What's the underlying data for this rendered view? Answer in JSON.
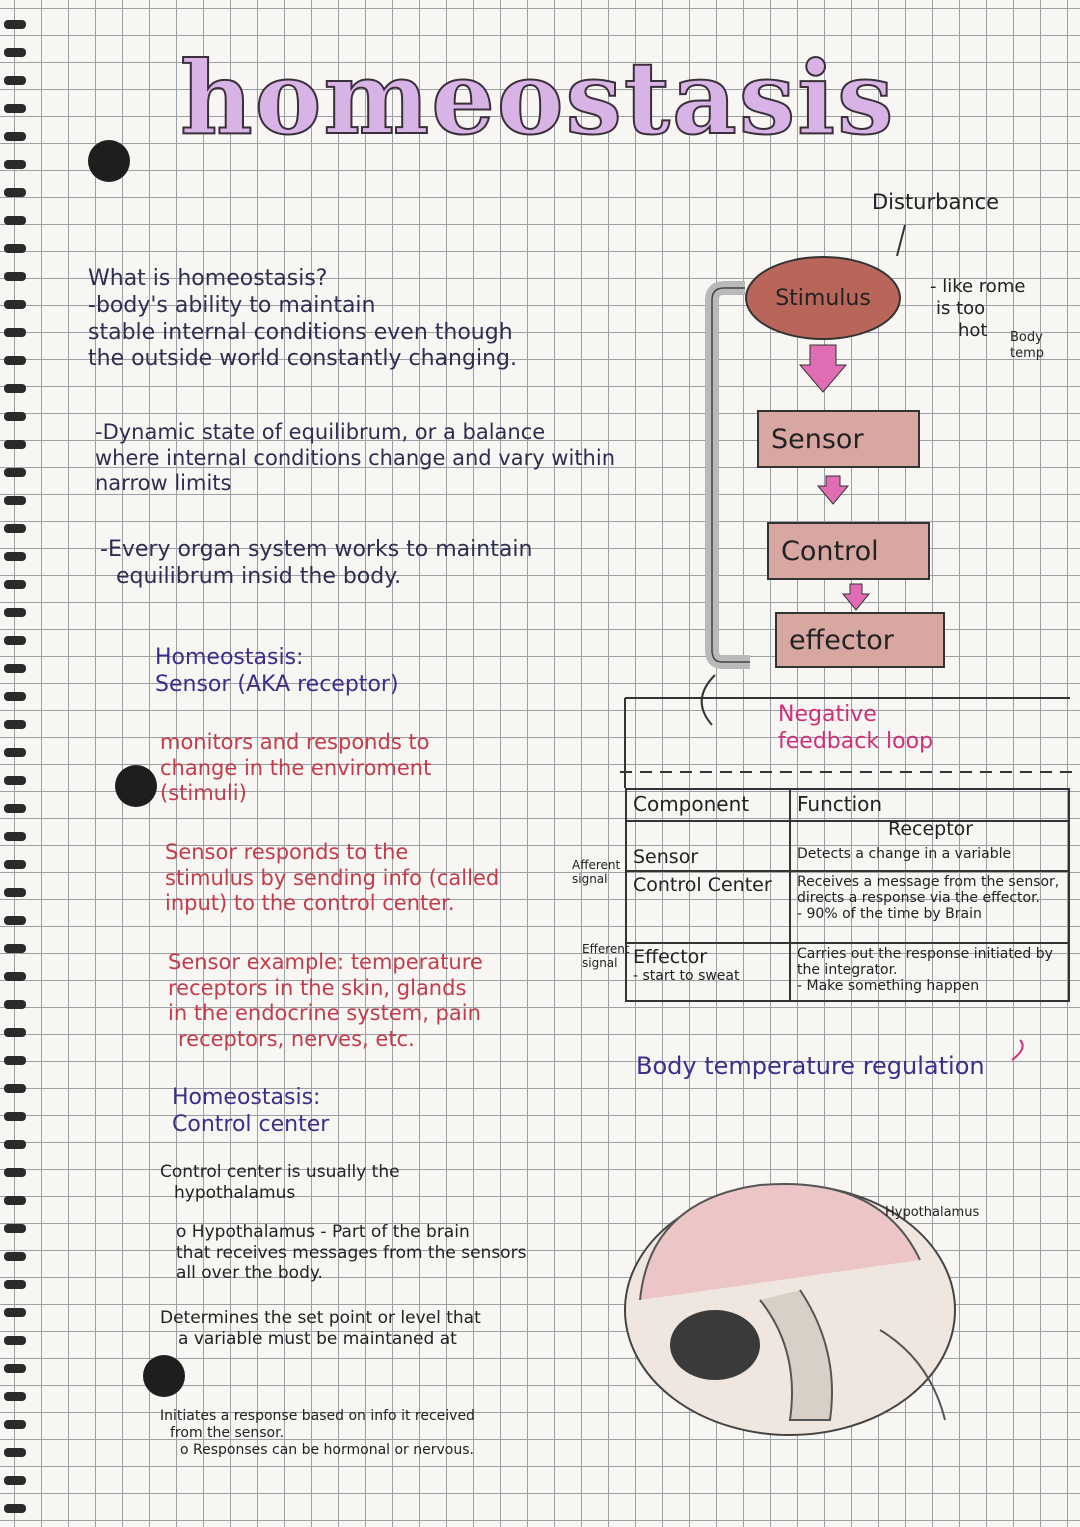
{
  "title": "homeostasis",
  "intro": {
    "question": "What is homeostasis?",
    "definition_lines": [
      "-body's ability to maintain",
      "stable internal conditions even though",
      "the outside world constantly changing."
    ],
    "dynamic_lines": [
      "-Dynamic state of equilibrum, or a balance",
      "where internal conditions change and vary within",
      "narrow limits"
    ],
    "organ_lines": [
      "-Every organ system works to maintain",
      "equilibrum insid the body."
    ]
  },
  "sensor_section": {
    "heading_lines": [
      "Homeostasis:",
      "Sensor (AKA receptor)"
    ],
    "bullet1_lines": [
      "monitors and responds to",
      "change in the enviroment",
      "(stimuli)"
    ],
    "bullet2_lines": [
      "Sensor responds to the",
      "stimulus by sending info (called",
      "input) to the control center."
    ],
    "bullet3_prefix": "Sensor example:",
    "bullet3_lines": [
      "temperature",
      "receptors in the skin, glands",
      "in the endocrine system, pain",
      "receptors, nerves, etc."
    ]
  },
  "control_section": {
    "heading_lines": [
      "Homeostasis:",
      "Control center"
    ],
    "bullet1_lines": [
      "Control center is usually the",
      "hypothalamus"
    ],
    "sub1_lines": [
      "o Hypothalamus - Part of the brain",
      "that receives messages from the sensors",
      "all over the body."
    ],
    "bullet2_lines": [
      "Determines the set point or level that",
      "a variable must be maintaned at"
    ],
    "bullet3_lines": [
      "Initiates a response based on info it received",
      "from the sensor."
    ],
    "sub3_line": "o Responses can be hormonal or nervous."
  },
  "flowchart": {
    "disturbance": "Disturbance",
    "stimulus": "Stimulus",
    "side_note_lines": [
      "- like rome",
      "is too",
      "hot"
    ],
    "body_temp_lines": [
      "Body",
      "temp"
    ],
    "sensor": "Sensor",
    "control": "Control",
    "effector": "effector",
    "loop_label_lines": [
      "Negative",
      "feedback loop"
    ]
  },
  "table": {
    "headers": [
      "Component",
      "Function"
    ],
    "receptor_note": "Receptor",
    "afferent_label": "Afferent signal",
    "efferent_label": "Efferent signal",
    "rows": [
      {
        "component": "Sensor",
        "function": "Detects a change in a variable"
      },
      {
        "component": "Control Center",
        "function": "Receives a message from the sensor, directs a response via the effector.",
        "note": "- 90% of the time by Brain"
      },
      {
        "component": "Effector",
        "component_note": "- start to sweat",
        "function": "Carries out the response initiated by the integrator.",
        "note": "- Make something happen"
      }
    ],
    "caption": "Body temperature regulation"
  },
  "brain_label": "Hypothalamus",
  "colors": {
    "title_fill": "#d8b4e6",
    "stimulus_fill": "#b8655a",
    "box_fill": "#d9a7a2",
    "arrow_pink": "#e06cb3",
    "red_ink": "#c43b4a",
    "purple_ink": "#3a2f8c",
    "loop_ink": "#d02f7b"
  }
}
